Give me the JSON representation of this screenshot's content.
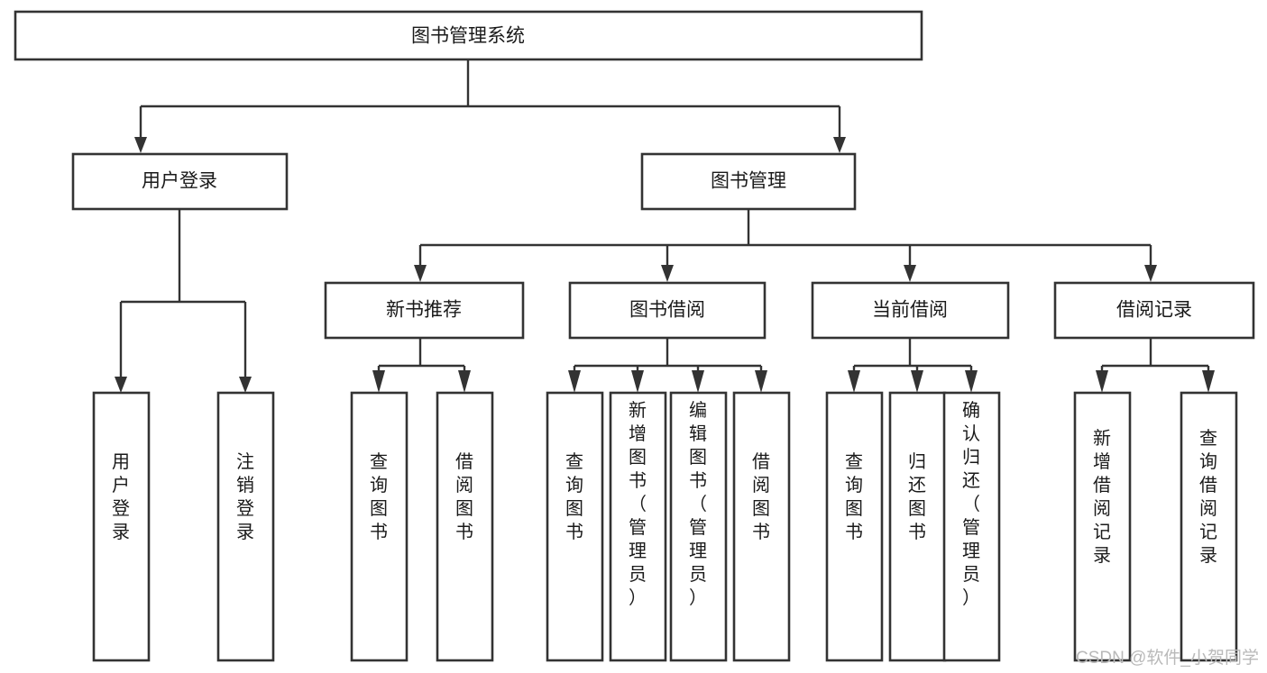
{
  "diagram": {
    "title": "图书管理系统",
    "type": "tree-hierarchy-chart",
    "colors": {
      "box_stroke": "#333333",
      "box_fill": "#ffffff",
      "text": "#1a1a1a",
      "connector": "#333333",
      "watermark": "#b9b9b9",
      "background": "#ffffff"
    },
    "root": {
      "id": "root",
      "label": "图书管理系统"
    },
    "level2": [
      {
        "id": "user-login",
        "label": "用户登录"
      },
      {
        "id": "book-manage",
        "label": "图书管理"
      }
    ],
    "level3": [
      {
        "id": "new-book-recommend",
        "label": "新书推荐",
        "parent": "book-manage"
      },
      {
        "id": "book-borrow",
        "label": "图书借阅",
        "parent": "book-manage"
      },
      {
        "id": "current-borrow",
        "label": "当前借阅",
        "parent": "book-manage"
      },
      {
        "id": "borrow-record",
        "label": "借阅记录",
        "parent": "book-manage"
      }
    ],
    "leaves": [
      {
        "id": "leaf-user-login",
        "label": "用户登录",
        "parent": "user-login"
      },
      {
        "id": "leaf-user-logout",
        "label": "注销登录",
        "parent": "user-login"
      },
      {
        "id": "leaf-query-book-1",
        "label": "查询图书",
        "parent": "new-book-recommend"
      },
      {
        "id": "leaf-borrow-book-1",
        "label": "借阅图书",
        "parent": "new-book-recommend"
      },
      {
        "id": "leaf-query-book-2",
        "label": "查询图书",
        "parent": "book-borrow"
      },
      {
        "id": "leaf-add-book",
        "label": "新增图书（管理员）",
        "parent": "book-borrow"
      },
      {
        "id": "leaf-edit-book",
        "label": "编辑图书（管理员）",
        "parent": "book-borrow"
      },
      {
        "id": "leaf-borrow-book-2",
        "label": "借阅图书",
        "parent": "book-borrow"
      },
      {
        "id": "leaf-query-book-3",
        "label": "查询图书",
        "parent": "current-borrow"
      },
      {
        "id": "leaf-return-book",
        "label": "归还图书",
        "parent": "current-borrow"
      },
      {
        "id": "leaf-confirm-return",
        "label": "确认归还（管理员）",
        "parent": "current-borrow"
      },
      {
        "id": "leaf-add-record",
        "label": "新增借阅记录",
        "parent": "borrow-record"
      },
      {
        "id": "leaf-query-record",
        "label": "查询借阅记录",
        "parent": "borrow-record"
      }
    ],
    "watermark": "CSDN @软件_小贺同学"
  }
}
